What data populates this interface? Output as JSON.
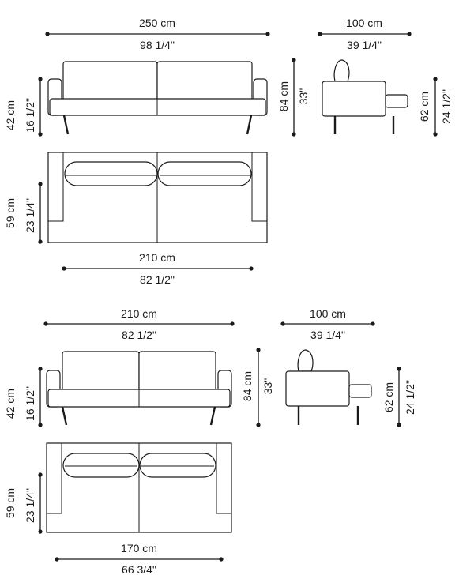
{
  "sofa_large": {
    "front_width_cm": "250 cm",
    "front_width_in": "98 1/4\"",
    "depth_cm": "100 cm",
    "depth_in": "39 1/4\"",
    "height_cm": "84 cm",
    "height_in": "33\"",
    "seat_height_cm": "42 cm",
    "seat_height_in": "16 1/2\"",
    "arm_height_cm": "62 cm",
    "arm_height_in": "24 1/2\"",
    "seat_depth_cm": "59 cm",
    "seat_depth_in": "23 1/4\"",
    "seat_width_cm": "210 cm",
    "seat_width_in": "82 1/2\""
  },
  "sofa_small": {
    "front_width_cm": "210 cm",
    "front_width_in": "82 1/2\"",
    "depth_cm": "100 cm",
    "depth_in": "39 1/4\"",
    "height_cm": "84 cm",
    "height_in": "33\"",
    "seat_height_cm": "42 cm",
    "seat_height_in": "16 1/2\"",
    "arm_height_cm": "62 cm",
    "arm_height_in": "24 1/2\"",
    "seat_depth_cm": "59 cm",
    "seat_depth_in": "23 1/4\"",
    "seat_width_cm": "170 cm",
    "seat_width_in": "66 3/4\""
  }
}
